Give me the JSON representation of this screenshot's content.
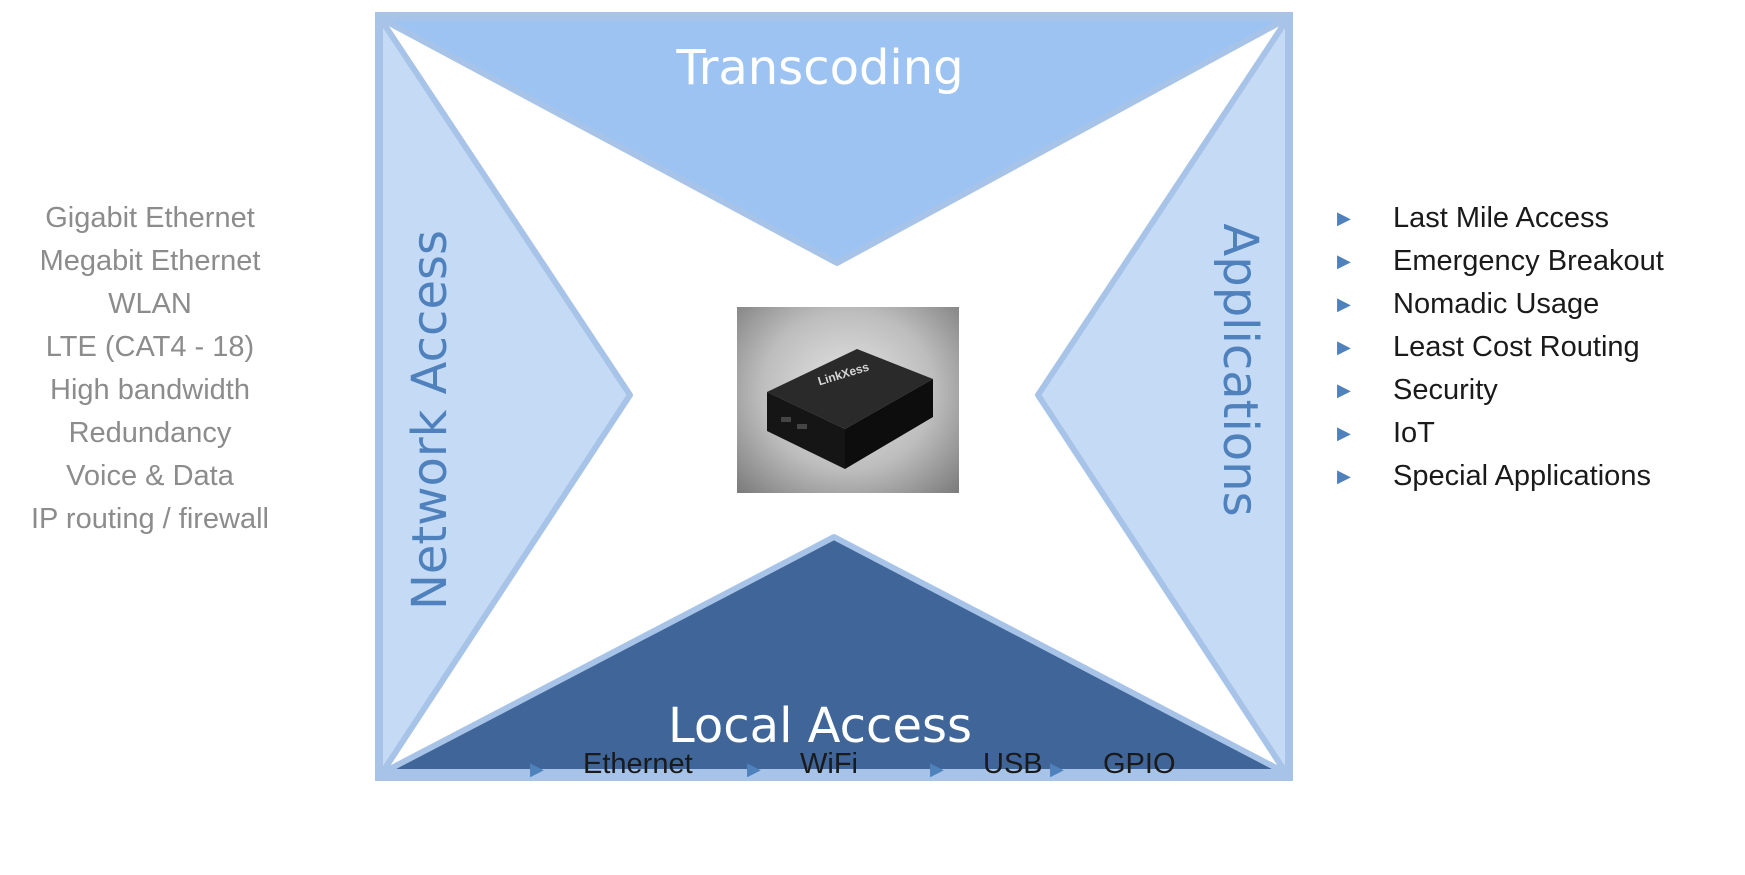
{
  "diagram": {
    "top_label": "Transcoding",
    "bottom_label": "Local Access",
    "left_label": "Network Access",
    "right_label": "Applications",
    "device_text": "LinkXess"
  },
  "left_list": [
    "Gigabit Ethernet",
    "Megabit Ethernet",
    "WLAN",
    "LTE (CAT4 - 18)",
    "High bandwidth",
    "Redundancy",
    "Voice & Data",
    "IP routing / firewall"
  ],
  "right_list": [
    "Last Mile Access",
    "Emergency Breakout",
    "Nomadic Usage",
    "Least Cost Routing",
    "Security",
    "IoT",
    "Special Applications"
  ],
  "bottom_list": [
    "Ethernet",
    "WiFi",
    "USB",
    "GPIO"
  ],
  "colors": {
    "top_triangle": "#9dc3f2",
    "side_triangle": "#c5daf5",
    "bottom_triangle": "#3f6599",
    "frame_stroke": "#a7c4e8",
    "left_text": "#8c8c8c",
    "bullet": "#4f81bd"
  }
}
